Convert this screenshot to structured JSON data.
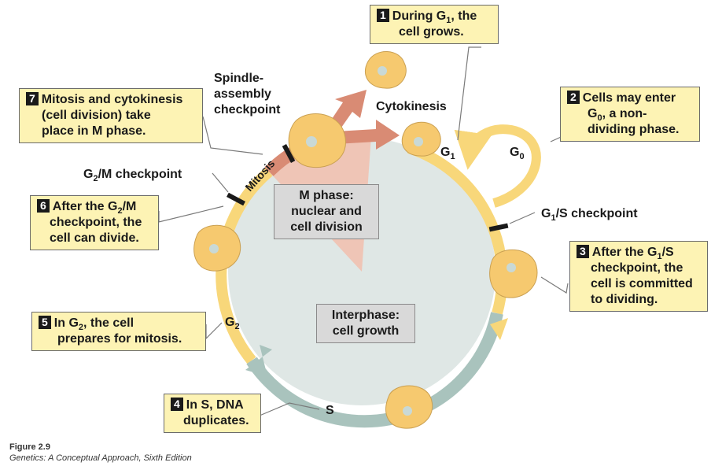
{
  "colors": {
    "box_fill": "#fdf3b4",
    "cycle_yellow": "#f8d77a",
    "s_phase_teal": "#a9c3bd",
    "mitosis_salmon": "#d98b74",
    "cell_body": "#f6c96f",
    "nucleus": "#c9d9d6",
    "interior": "#dfe7e5"
  },
  "steps": [
    {
      "num": "1",
      "lines": [
        "During G|1|, the",
        "cell grows."
      ]
    },
    {
      "num": "2",
      "lines": [
        "Cells may enter",
        "G|0|, a non-",
        "dividing phase."
      ]
    },
    {
      "num": "3",
      "lines": [
        "After the G|1|/S",
        "checkpoint, the",
        "cell is committed",
        "to dividing."
      ]
    },
    {
      "num": "4",
      "lines": [
        "In S, DNA",
        "duplicates."
      ]
    },
    {
      "num": "5",
      "lines": [
        "In G|2|, the cell",
        "prepares for mitosis."
      ]
    },
    {
      "num": "6",
      "lines": [
        "After the G|2|/M",
        "checkpoint, the",
        "cell can divide."
      ]
    },
    {
      "num": "7",
      "lines": [
        "Mitosis and cytokinesis",
        "(cell division) take",
        "place in M phase."
      ]
    }
  ],
  "labels": {
    "spindle": [
      "Spindle-",
      "assembly",
      "checkpoint"
    ],
    "cytokinesis": "Cytokinesis",
    "g2m_checkpoint": "G|2|/M checkpoint",
    "g1s_checkpoint": "G|1|/S checkpoint",
    "mitosis": "Mitosis",
    "g1": "G|1|",
    "g0": "G|0|",
    "g2": "G|2|",
    "s": "S"
  },
  "center": {
    "m_phase": [
      "M phase:",
      "nuclear and",
      "cell division"
    ],
    "interphase": [
      "Interphase:",
      "cell growth"
    ]
  },
  "caption": {
    "figure": "Figure 2.9",
    "source": "Genetics: A Conceptual Approach, Sixth Edition"
  }
}
